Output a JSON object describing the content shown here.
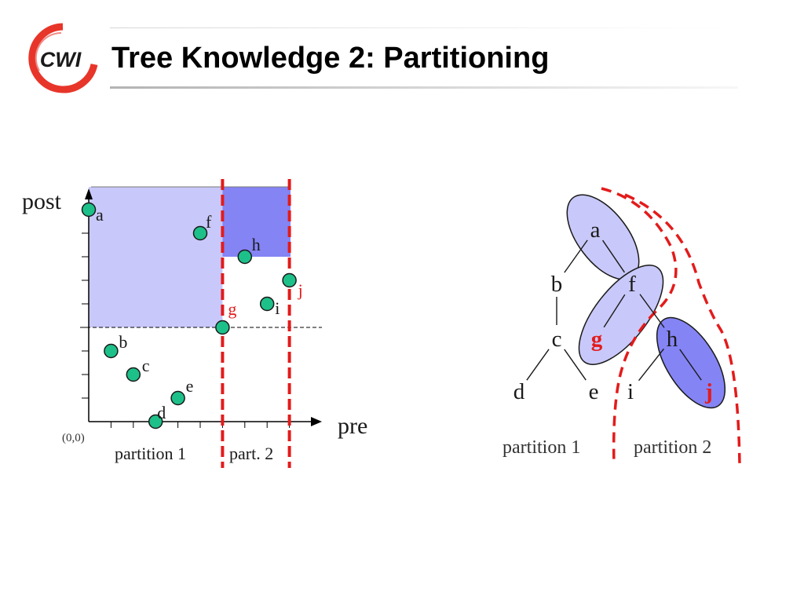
{
  "slide": {
    "title": "Tree Knowledge 2: Partitioning",
    "logo_text": "CWI"
  },
  "plot": {
    "x_axis_label": "pre",
    "y_axis_label": "post",
    "origin_label": "(0,0)",
    "partition_labels": [
      "partition 1",
      "part. 2"
    ],
    "boundary_node": "g",
    "nodes": [
      {
        "label": "a",
        "pre": 0,
        "post": 9,
        "color": "black"
      },
      {
        "label": "b",
        "pre": 1,
        "post": 3,
        "color": "black"
      },
      {
        "label": "c",
        "pre": 2,
        "post": 2,
        "color": "black"
      },
      {
        "label": "d",
        "pre": 3,
        "post": 0,
        "color": "black"
      },
      {
        "label": "e",
        "pre": 4,
        "post": 1,
        "color": "black"
      },
      {
        "label": "f",
        "pre": 5,
        "post": 8,
        "color": "black"
      },
      {
        "label": "g",
        "pre": 6,
        "post": 4,
        "color": "red"
      },
      {
        "label": "h",
        "pre": 7,
        "post": 7,
        "color": "black"
      },
      {
        "label": "i",
        "pre": 8,
        "post": 5,
        "color": "black"
      },
      {
        "label": "j",
        "pre": 9,
        "post": 6,
        "color": "red"
      }
    ]
  },
  "tree": {
    "nodes": [
      {
        "label": "a",
        "color": "black"
      },
      {
        "label": "b",
        "color": "black"
      },
      {
        "label": "c",
        "color": "black"
      },
      {
        "label": "d",
        "color": "black"
      },
      {
        "label": "e",
        "color": "black"
      },
      {
        "label": "f",
        "color": "black"
      },
      {
        "label": "g",
        "color": "red"
      },
      {
        "label": "h",
        "color": "black"
      },
      {
        "label": "i",
        "color": "black"
      },
      {
        "label": "j",
        "color": "red"
      }
    ],
    "edges": [
      [
        "a",
        "b"
      ],
      [
        "a",
        "f"
      ],
      [
        "b",
        "c"
      ],
      [
        "c",
        "d"
      ],
      [
        "c",
        "e"
      ],
      [
        "f",
        "g"
      ],
      [
        "f",
        "h"
      ],
      [
        "h",
        "i"
      ],
      [
        "h",
        "j"
      ]
    ],
    "partition_labels": [
      "partition 1",
      "partition 2"
    ]
  },
  "colors": {
    "logo_red": "#e8352a",
    "node_fill": "#1ec08a",
    "light_region": "#c8c8fa",
    "dark_region": "#8484f5",
    "partition_line": "#e31b1b",
    "red_label": "#e31b1b"
  }
}
